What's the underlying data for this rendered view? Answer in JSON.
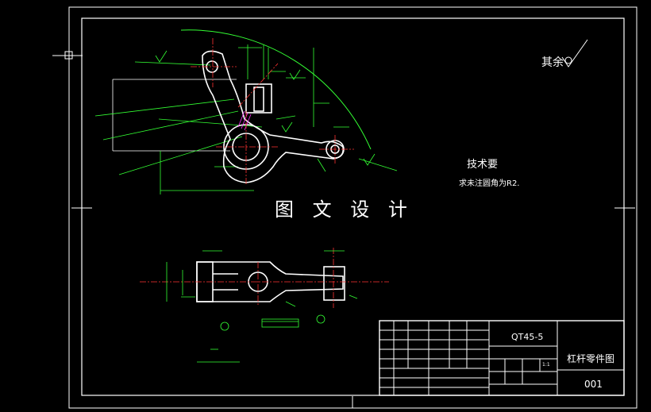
{
  "watermark": "图 文 设 计",
  "surface_note": "其余",
  "tech_requirements": {
    "title": "技术要",
    "note": "求未注圆角为R2."
  },
  "title_block": {
    "material": "QT45-5",
    "part_name": "杠杆零件图",
    "drawing_number": "001",
    "scale": "1:1"
  },
  "colors": {
    "background": "#000000",
    "frame": "#ffffff",
    "geometry": "#ffffff",
    "dimension": "#33ff33",
    "center_line": "#ff3333",
    "hatch": "#ff33ff"
  }
}
